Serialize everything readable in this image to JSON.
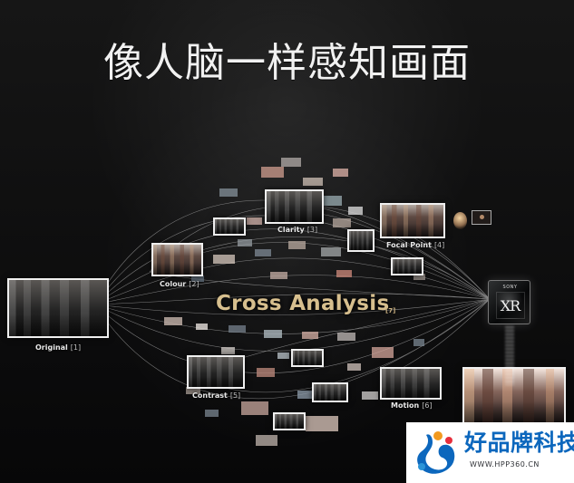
{
  "title": "像人脑一样感知画面",
  "labels": {
    "original": "Original",
    "original_ref": "[1]",
    "colour": "Colour",
    "colour_ref": "[2]",
    "clarity": "Clarity",
    "clarity_ref": "[3]",
    "focal_point": "Focal Point",
    "focal_point_ref": "[4]",
    "contrast": "Contrast",
    "contrast_ref": "[5]",
    "motion": "Motion",
    "motion_ref": "[6]"
  },
  "analysis": {
    "title": "Cross Analysis",
    "ref": "[7]"
  },
  "processor": {
    "brand": "SONY",
    "mark": "XR"
  },
  "watermark": {
    "text": "好品牌科技网",
    "url": "WWW.HPP360.CN"
  },
  "colors": {
    "background": "#0c0c0d",
    "title": "#f1f1f1",
    "cross_analysis": "#d7bf8e",
    "watermark_blue": "#0c67bd"
  },
  "icons": {
    "processor": "sony-xr-chip-icon",
    "brain_signal": "glowing-head-icon",
    "watermark": "hpp-logo-icon"
  }
}
